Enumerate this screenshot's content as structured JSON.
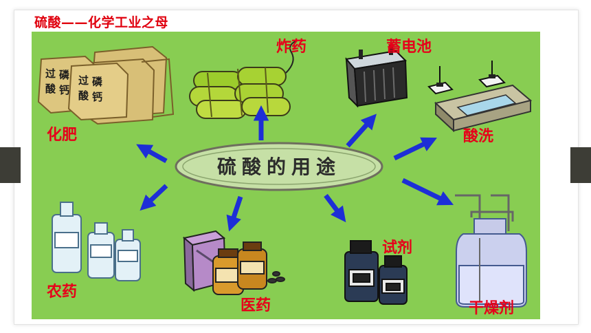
{
  "slide": {
    "title": "硫酸——化学工业之母"
  },
  "diagram": {
    "center": "硫酸的用途",
    "uses": [
      {
        "id": "fertilizer",
        "label": "化肥",
        "sack_text": [
          "过",
          "磷",
          "酸",
          "钙"
        ]
      },
      {
        "id": "explosives",
        "label": "炸药"
      },
      {
        "id": "battery",
        "label": "蓄电池"
      },
      {
        "id": "pickling",
        "label": "酸洗"
      },
      {
        "id": "pesticide",
        "label": "农药"
      },
      {
        "id": "medicine",
        "label": "医药"
      },
      {
        "id": "reagent",
        "label": "试剂"
      },
      {
        "id": "desiccant",
        "label": "干燥剂"
      }
    ]
  },
  "colors": {
    "panel_bg": "#88cd52",
    "title": "#e0000e",
    "label": "#e6001a",
    "arrow": "#1d2fd6",
    "center_fill": "#c6e0a6"
  }
}
